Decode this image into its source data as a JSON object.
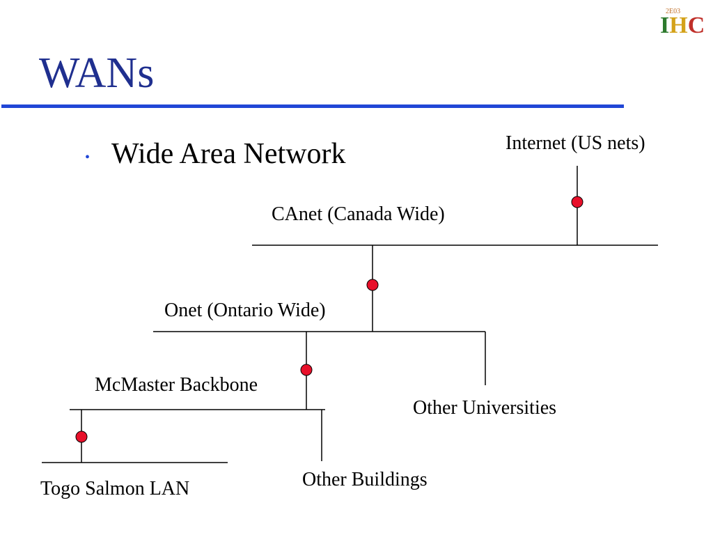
{
  "slide": {
    "title": "WANs",
    "bullet": "Wide Area Network",
    "logo": {
      "small_text": "2E03",
      "letters": [
        "I",
        "H",
        "C"
      ]
    }
  },
  "diagram": {
    "labels": {
      "internet": "Internet (US nets)",
      "canet": "CAnet (Canada Wide)",
      "onet": "Onet (Ontario Wide)",
      "other_universities": "Other Universities",
      "mcmaster": "McMaster Backbone",
      "other_buildings": "Other Buildings",
      "togo": "Togo Salmon LAN"
    },
    "colors": {
      "router": "#e8102a",
      "line": "#000000"
    }
  }
}
